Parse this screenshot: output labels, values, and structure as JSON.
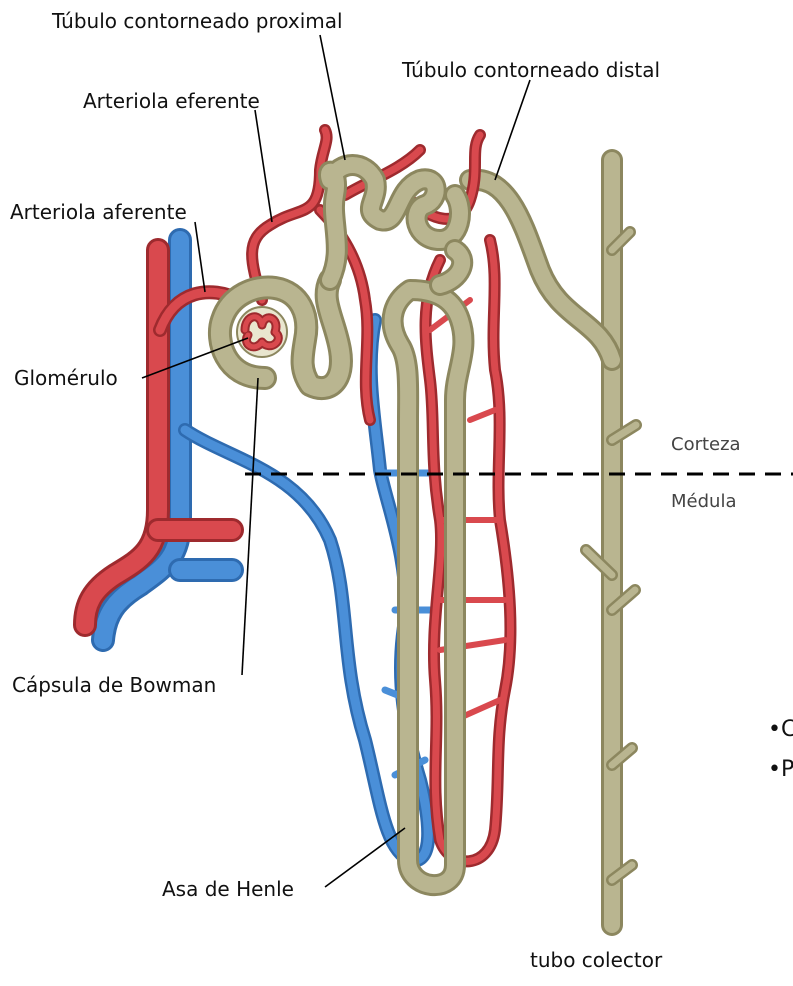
{
  "labels": {
    "pct": "Túbulo contorneado proximal",
    "dct": "Túbulo contorneado distal",
    "efferent": "Arteriola eferente",
    "afferent": "Arteriola aferente",
    "glomerulus": "Glomérulo",
    "bowman": "Cápsula de Bowman",
    "henle": "Asa de Henle",
    "collecting": "tubo colector",
    "cortex": "Corteza",
    "medulla": "Médula"
  },
  "clipped_bullets": [
    "•C",
    "•P"
  ],
  "colors": {
    "artery": "#d9494e",
    "vein": "#4a8fd8",
    "tubule": "#b9b590",
    "divider": "#000000"
  }
}
